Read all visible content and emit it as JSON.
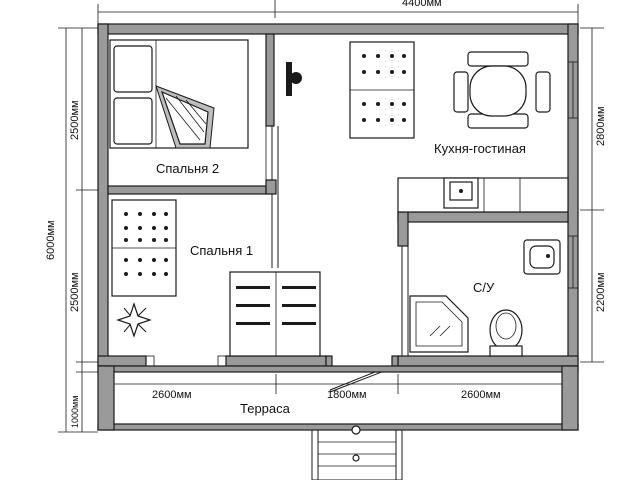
{
  "plan": {
    "rooms": {
      "bedroom2": "Спальня 2",
      "bedroom1": "Спальня 1",
      "kitchen_living": "Кухня-гостиная",
      "bathroom": "С/У",
      "terrace": "Терраса"
    },
    "dimensions": {
      "top_width": "4400мм",
      "total_height": "6000мм",
      "left_upper": "2500мм",
      "left_lower": "2500мм",
      "left_terrace": "1000мм",
      "right_upper": "2800мм",
      "right_lower": "2200мм",
      "terrace_left": "2600мм",
      "terrace_mid": "1800мм",
      "terrace_right": "2600мм"
    }
  }
}
